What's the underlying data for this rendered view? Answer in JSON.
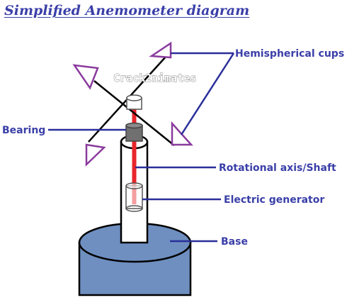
{
  "title": "Simplified Anemometer diagram",
  "watermark": "Crack2nimates",
  "labels": {
    "hemispherical_cups": "Hemispherical cups",
    "bearing": "Bearing",
    "rotational_axis": "Rotational axis/Shaft",
    "electric_generator": "Electric generator",
    "base": "Base"
  },
  "colors": {
    "title": "#3a3fa8",
    "label": "#3a3fa8",
    "leader_line": "#2a2f9a",
    "cup": "#8a3b9e",
    "shaft": "#e8262b",
    "base": "#6e8fc0",
    "bearing": "#707070"
  }
}
